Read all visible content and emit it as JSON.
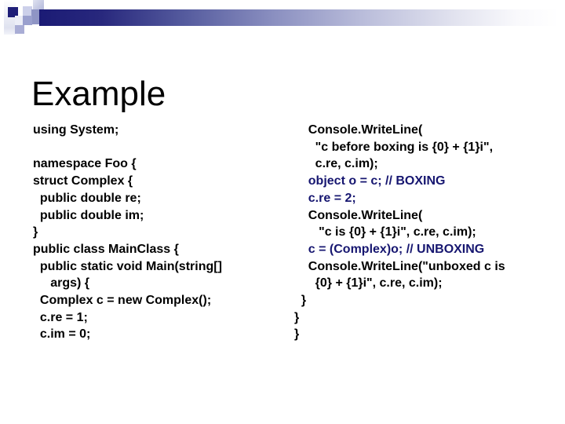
{
  "slide": {
    "title": "Example",
    "colors": {
      "code_black": "#000000",
      "code_navy": "#161670",
      "bar_dark": "#1b1b75",
      "square_dark": "#1e1e78",
      "square_medium": "#8f95c5",
      "square_light": "#ccd0ea"
    },
    "code_left": {
      "lines": [
        {
          "text": "using System;",
          "color": "black"
        },
        {
          "text": "",
          "color": "black"
        },
        {
          "text": "namespace Foo {",
          "color": "black"
        },
        {
          "text": "struct Complex {",
          "color": "black"
        },
        {
          "text": "  public double re;",
          "color": "black"
        },
        {
          "text": "  public double im;",
          "color": "black"
        },
        {
          "text": "}",
          "color": "black"
        },
        {
          "text": "public class MainClass {",
          "color": "black"
        },
        {
          "text": "  public static void Main(string[]",
          "color": "black"
        },
        {
          "text": "     args) {",
          "color": "black"
        },
        {
          "text": "  Complex c = new Complex();",
          "color": "black"
        },
        {
          "text": "  c.re = 1;",
          "color": "black"
        },
        {
          "text": "  c.im = 0;",
          "color": "black"
        }
      ]
    },
    "code_right": {
      "lines": [
        {
          "text": "    Console.WriteLine(",
          "color": "black"
        },
        {
          "text": "      \"c before boxing is {0} + {1}i\",",
          "color": "black"
        },
        {
          "text": "      c.re, c.im);",
          "color": "black"
        },
        {
          "text": "    object o = c; // BOXING",
          "color": "navy"
        },
        {
          "text": "    c.re = 2;",
          "color": "navy"
        },
        {
          "text": "    Console.WriteLine(",
          "color": "black"
        },
        {
          "text": "       \"c is {0} + {1}i\", c.re, c.im);",
          "color": "black"
        },
        {
          "text": "    c = (Complex)o; // UNBOXING",
          "color": "navy"
        },
        {
          "text": "    Console.WriteLine(\"unboxed c is",
          "color": "black"
        },
        {
          "text": "      {0} + {1}i\", c.re, c.im);",
          "color": "black"
        },
        {
          "text": "  }",
          "color": "black"
        },
        {
          "text": "}",
          "color": "black"
        },
        {
          "text": "}",
          "color": "black"
        }
      ]
    }
  }
}
